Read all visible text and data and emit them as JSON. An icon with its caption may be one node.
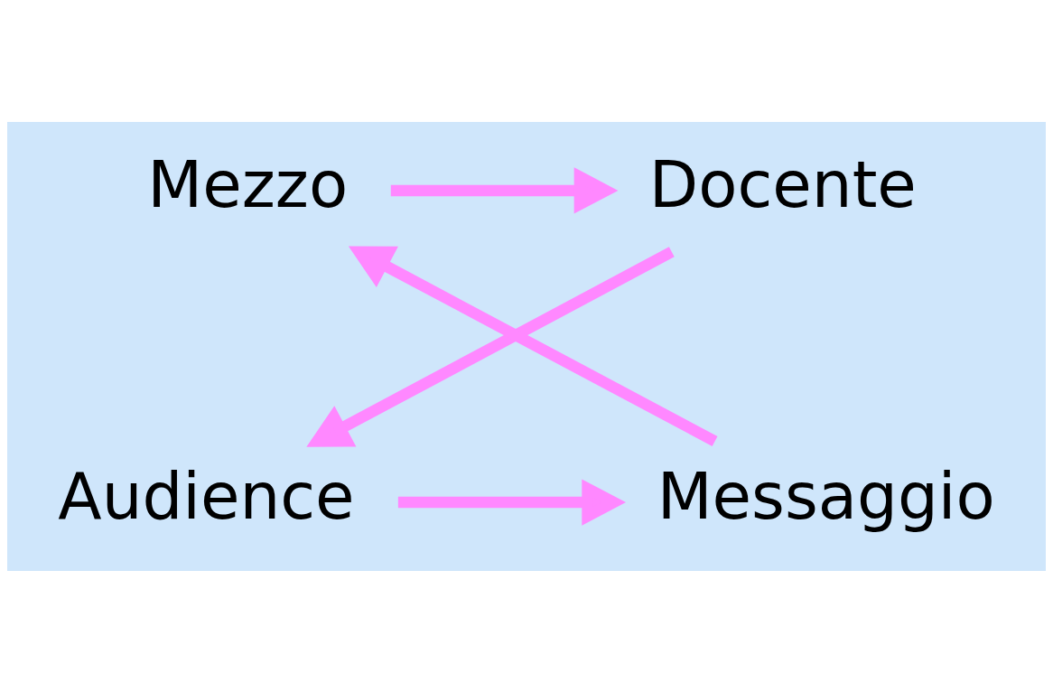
{
  "diagram": {
    "nodes": [
      {
        "text": [
          "Docente"
        ]
      },
      {
        "text": [
          "Mezzo"
        ]
      },
      {
        "text": [
          "Audience"
        ]
      },
      {
        "text": [
          "Messaggio"
        ]
      }
    ],
    "edges": [
      {
        "from": 1,
        "to": 0,
        "arrow": "to"
      },
      {
        "from": 0,
        "to": 2,
        "arrow": "to"
      },
      {
        "from": 2,
        "to": 3,
        "arrow": "to"
      },
      {
        "from": 3,
        "to": 1,
        "arrow": "to"
      }
    ]
  }
}
